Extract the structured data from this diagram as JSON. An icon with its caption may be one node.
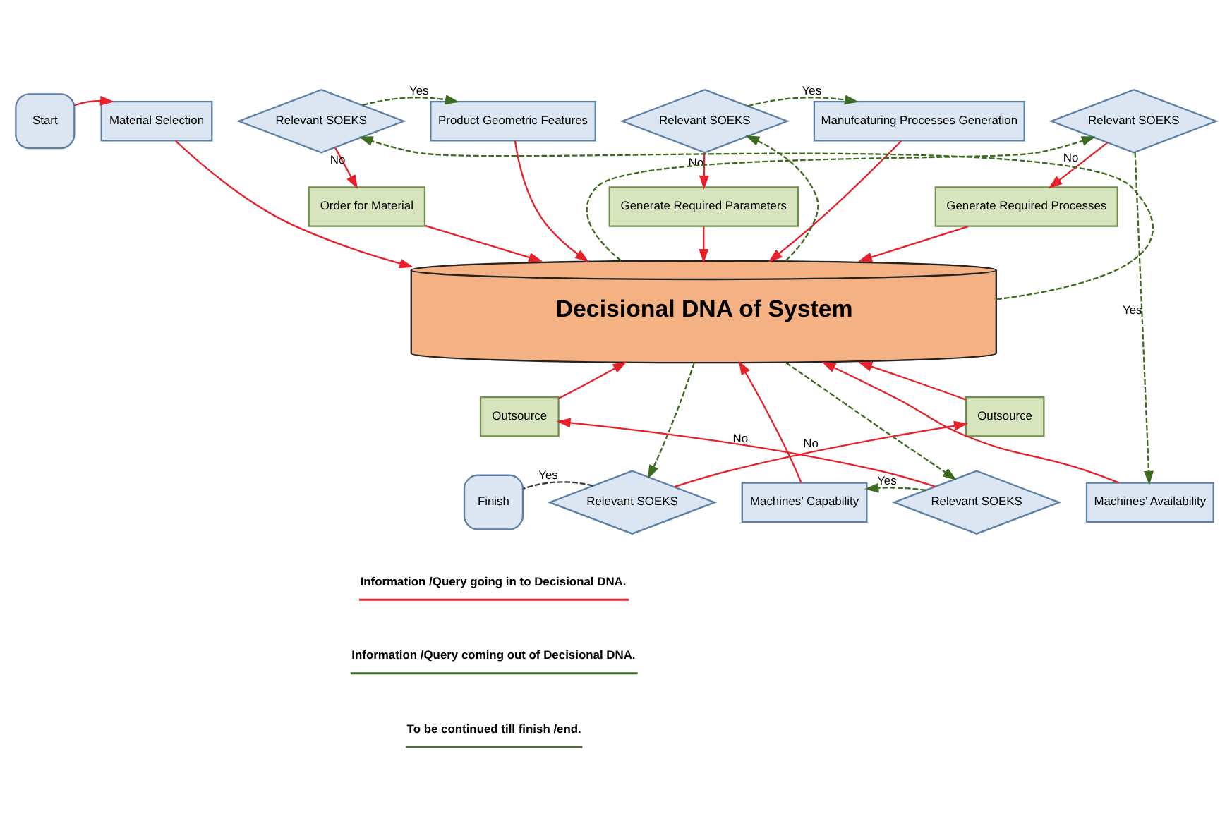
{
  "diagram": {
    "nodes": [
      {
        "text": [
          "Start"
        ]
      },
      {
        "text": [
          "Material Selection"
        ]
      },
      {
        "text": [
          "Relevant SOEKS"
        ]
      },
      {
        "text": [
          "Order for Material"
        ]
      },
      {
        "text": [
          "Product Geometric Features"
        ]
      },
      {
        "text": [
          "Relevant SOEKS"
        ]
      },
      {
        "text": [
          "Generate Required Parameters"
        ]
      },
      {
        "text": [
          "Manufcaturing Processes Generation"
        ]
      },
      {
        "text": [
          "Relevant SOEKS"
        ]
      },
      {
        "text": [
          "Generate Required Processes"
        ]
      },
      {
        "text": [
          "Decisional DNA of System"
        ]
      },
      {
        "text": [
          "Outsource"
        ]
      },
      {
        "text": [
          "Outsource"
        ]
      },
      {
        "text": [
          "Finish"
        ]
      },
      {
        "text": [
          "Relevant SOEKS"
        ]
      },
      {
        "text": [
          "Machines’ Capability"
        ]
      },
      {
        "text": [
          "Relevant SOEKS"
        ]
      },
      {
        "text": [
          "Machines’ Availability"
        ]
      }
    ],
    "edges": [
      {
        "from": 0,
        "to": 1,
        "arrow": "to"
      },
      {
        "from": 1,
        "to": 10,
        "arrow": "to"
      },
      {
        "from": 10,
        "to": 2,
        "arrow": "to",
        "style": "dashed",
        "color": "#3d6b1f"
      },
      {
        "from": 2,
        "to": 4,
        "label": "Yes",
        "arrow": "to",
        "style": "dashed",
        "color": "#3d6b1f"
      },
      {
        "from": 2,
        "to": 3,
        "label": "No",
        "arrow": "to"
      },
      {
        "from": 3,
        "to": 10,
        "arrow": "to"
      },
      {
        "from": 4,
        "to": 10,
        "arrow": "to"
      },
      {
        "from": 10,
        "to": 5,
        "arrow": "to",
        "style": "dashed",
        "color": "#3d6b1f"
      },
      {
        "from": 5,
        "to": 7,
        "label": "Yes",
        "arrow": "to",
        "style": "dashed",
        "color": "#3d6b1f"
      },
      {
        "from": 5,
        "to": 6,
        "label": "No",
        "arrow": "to"
      },
      {
        "from": 6,
        "to": 10,
        "arrow": "to"
      },
      {
        "from": 7,
        "to": 10,
        "arrow": "to"
      },
      {
        "from": 10,
        "to": 8,
        "arrow": "to",
        "style": "dashed",
        "color": "#3d6b1f"
      },
      {
        "from": 8,
        "to": 17,
        "label": "Yes",
        "arrow": "to",
        "style": "dashed",
        "color": "#3d6b1f"
      },
      {
        "from": 8,
        "to": 9,
        "label": "No",
        "arrow": "to"
      },
      {
        "from": 9,
        "to": 10,
        "arrow": "to"
      },
      {
        "from": 17,
        "to": 10,
        "arrow": "to"
      },
      {
        "from": 10,
        "to": 16,
        "arrow": "to",
        "style": "dashed",
        "color": "#3d6b1f"
      },
      {
        "from": 16,
        "to": 15,
        "label": "Yes",
        "arrow": "to",
        "style": "dashed",
        "color": "#3d6b1f"
      },
      {
        "from": 16,
        "to": 12,
        "label": "No",
        "arrow": "to"
      },
      {
        "from": 12,
        "to": 10,
        "arrow": "to"
      },
      {
        "from": 15,
        "to": 10,
        "arrow": "to"
      },
      {
        "from": 10,
        "to": 14,
        "arrow": "to",
        "style": "dashed",
        "color": "#3d6b1f"
      },
      {
        "from": 14,
        "to": 11,
        "label": "No",
        "arrow": "to"
      },
      {
        "from": 11,
        "to": 10,
        "arrow": "to"
      },
      {
        "from": 14,
        "to": 13,
        "label": "Yes",
        "arrow": "none",
        "style": "dashed",
        "color": "#333333"
      }
    ],
    "legend": [
      {
        "text": "Information /Query going in to Decisional DNA."
      },
      {
        "text": "Information /Query coming out of Decisional DNA."
      },
      {
        "text": "To be continued till finish /end."
      }
    ]
  }
}
